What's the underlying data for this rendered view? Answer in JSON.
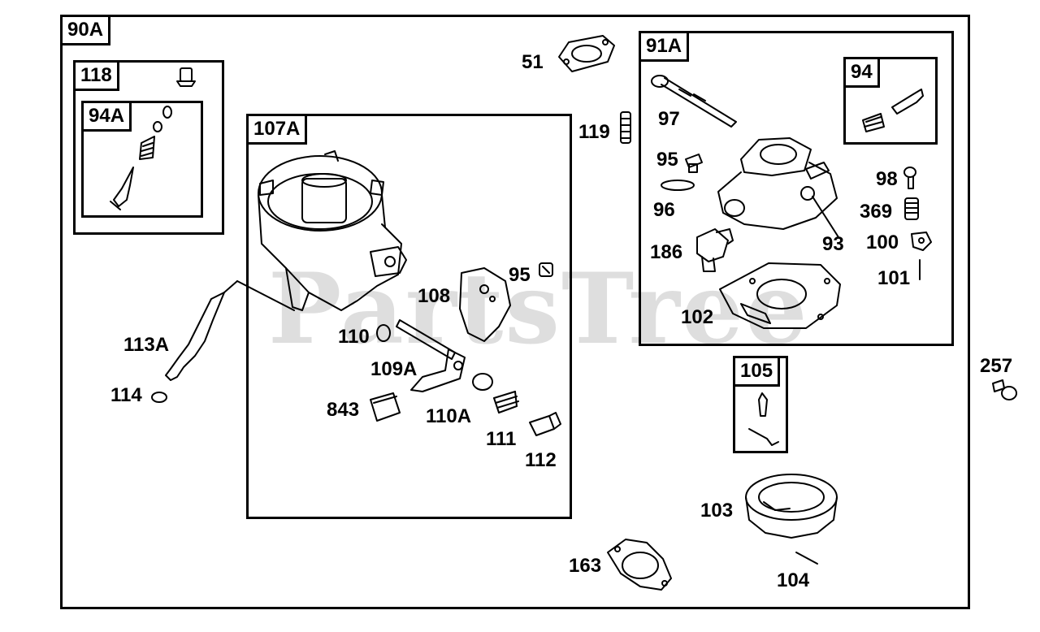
{
  "watermark": "PartsTree",
  "groups": {
    "g90a": "90A",
    "g118": "118",
    "g94a": "94A",
    "g107a": "107A",
    "g91a": "91A",
    "g94": "94",
    "g105": "105"
  },
  "labels": {
    "p51": "51",
    "p119": "119",
    "p97": "97",
    "p95a": "95",
    "p96": "96",
    "p98": "98",
    "p369": "369",
    "p186": "186",
    "p93": "93",
    "p100": "100",
    "p101": "101",
    "p102": "102",
    "p95b": "95",
    "p108": "108",
    "p110": "110",
    "p109a": "109A",
    "p110a": "110A",
    "p843": "843",
    "p111": "111",
    "p112": "112",
    "p113a": "113A",
    "p114": "114",
    "p257": "257",
    "p103": "103",
    "p163": "163",
    "p104": "104"
  }
}
